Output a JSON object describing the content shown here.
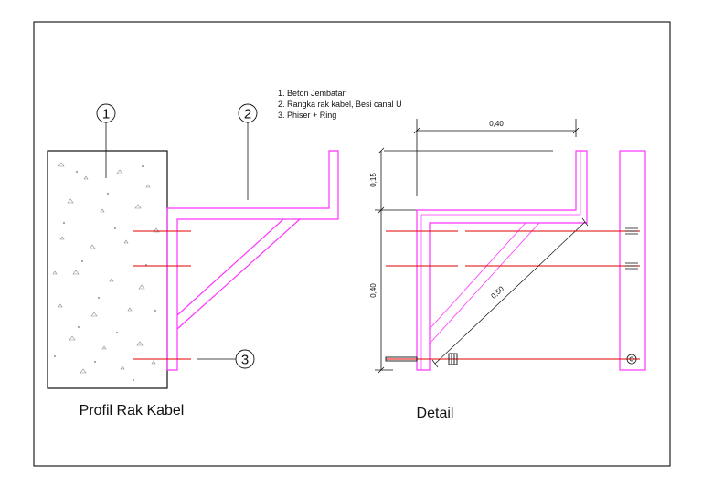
{
  "legend": {
    "items": [
      "1.  Beton Jembatan",
      "2.  Rangka rak kabel, Besi canal U",
      "3.  Phiser + Ring"
    ]
  },
  "callouts": {
    "concrete": "1",
    "frame": "2",
    "fastener": "3"
  },
  "titles": {
    "profile": "Profil Rak Kabel",
    "detail": "Detail"
  },
  "dimensions": {
    "width_top": "0,40",
    "height_top": "0,15",
    "height_main": "0,40",
    "diagonal": "0,50"
  },
  "colors": {
    "frame": "#ff33ff",
    "bolt": "#e00000",
    "line": "#111111",
    "border": "#222222"
  }
}
